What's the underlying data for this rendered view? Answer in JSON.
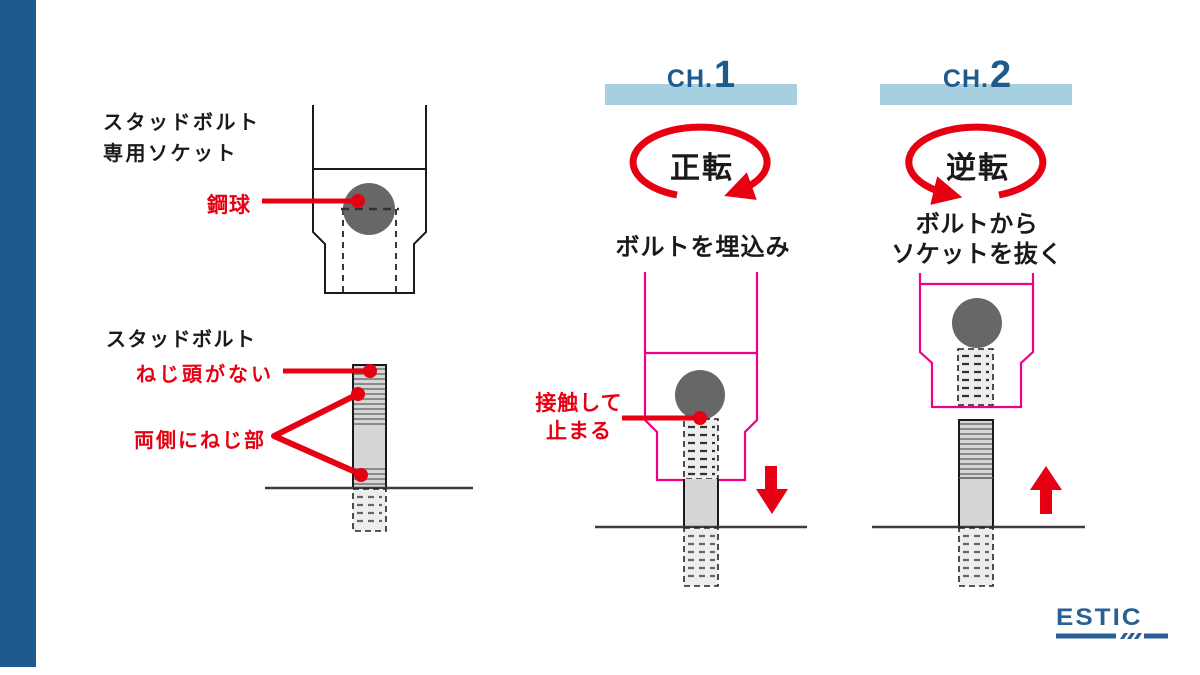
{
  "colors": {
    "navy": "#1f5a8c",
    "lightblue": "#a6d0df",
    "red": "#e60012",
    "pink": "#ee0087",
    "ballgray": "#676767",
    "steel": "#d6d6d6",
    "hatch": "#707070",
    "panel": "#ededed",
    "ink": "#1a1a1a",
    "ground": "#3c3c3c",
    "logo": "#2a5f96"
  },
  "left_panel": {
    "socket_title_line1": "スタッドボルト",
    "socket_title_line2": "専用ソケット",
    "ball_label": "鋼球",
    "bolt_title": "スタッドボルト",
    "no_head_label": "ねじ頭がない",
    "both_threads_label": "両側にねじ部"
  },
  "ch1": {
    "tab_prefix": "CH.",
    "tab_number": "1",
    "rotation_label": "正転",
    "caption": "ボルトを埋込み",
    "contact_label_line1": "接触して",
    "contact_label_line2": "止まる"
  },
  "ch2": {
    "tab_prefix": "CH.",
    "tab_number": "2",
    "rotation_label": "逆転",
    "caption_line1": "ボルトから",
    "caption_line2": "ソケットを抜く"
  },
  "logo": {
    "brand": "ESTIC"
  }
}
